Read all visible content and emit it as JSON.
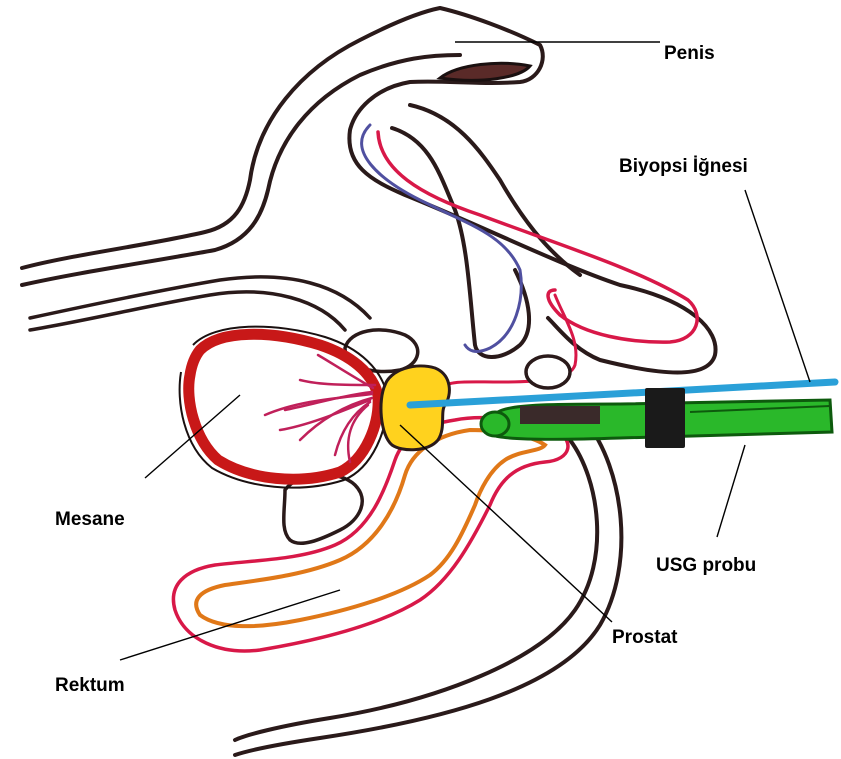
{
  "labels": {
    "penis": "Penis",
    "biopsy_needle": "Biyopsi İğnesi",
    "bladder": "Mesane",
    "usg_probe": "USG probu",
    "prostate": "Prostat",
    "rectum": "Rektum"
  },
  "colors": {
    "outline": "#1a1010",
    "body_wall": "#3a2a2a",
    "urethra_red": "#d81848",
    "urethra_blue": "#5050a0",
    "bladder_red": "#c81818",
    "bladder_vessels": "#c0205a",
    "prostate_yellow": "#ffd21e",
    "rectum_outer": "#d81848",
    "rectum_inner": "#e07818",
    "probe_green": "#2ab82a",
    "probe_dark": "#0d5a0d",
    "needle_blue": "#2aa0d8",
    "clamp_black": "#1a1a1a"
  }
}
